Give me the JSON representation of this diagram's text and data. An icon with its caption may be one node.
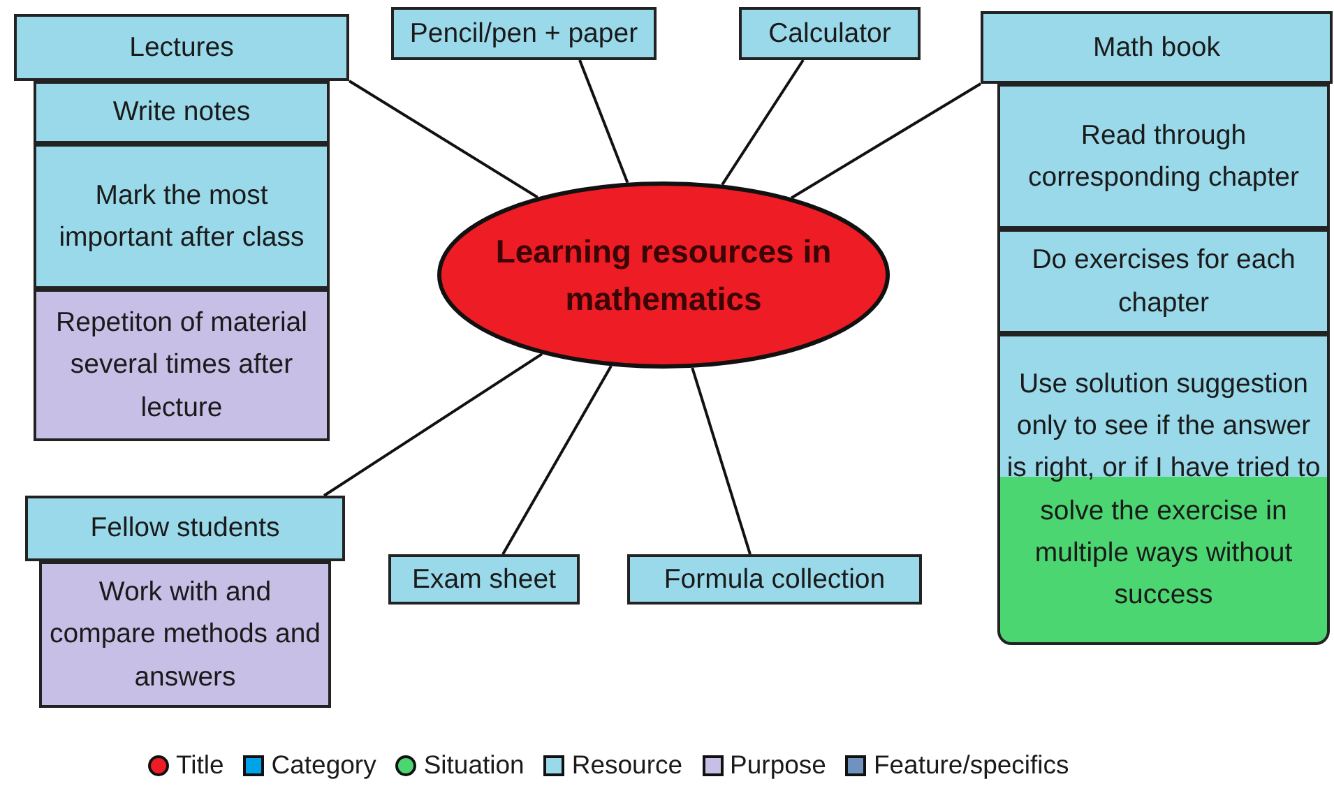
{
  "diagram": {
    "nodes": [
      {
        "text": [
          "Lectures"
        ]
      },
      {
        "text": [
          "Write notes"
        ]
      },
      {
        "text": [
          "Mark the most important after class"
        ]
      },
      {
        "text": [
          "Repetiton of material several times after lecture"
        ]
      },
      {
        "text": [
          "Pencil/pen + paper"
        ]
      },
      {
        "text": [
          "Calculator"
        ]
      },
      {
        "text": [
          "Math book"
        ]
      },
      {
        "text": [
          "Read through corresponding chapter"
        ]
      },
      {
        "text": [
          "Do exercises for each chapter"
        ]
      },
      {
        "text": [
          "Use solution suggestion only to see if the answer is right, or if I have tried to solve the exercise in multiple ways without success"
        ]
      },
      {
        "text": [
          "Learning resources in mathematics"
        ]
      },
      {
        "text": [
          "Fellow students"
        ]
      },
      {
        "text": [
          "Work with and compare methods and answers"
        ]
      },
      {
        "text": [
          "Exam sheet"
        ]
      },
      {
        "text": [
          "Formula collection"
        ]
      }
    ],
    "edges": [
      {
        "from": 10,
        "to": 0,
        "arrow": "none"
      },
      {
        "from": 10,
        "to": 4,
        "arrow": "none"
      },
      {
        "from": 10,
        "to": 5,
        "arrow": "none"
      },
      {
        "from": 10,
        "to": 6,
        "arrow": "none"
      },
      {
        "from": 10,
        "to": 11,
        "arrow": "none"
      },
      {
        "from": 10,
        "to": 13,
        "arrow": "none"
      },
      {
        "from": 10,
        "to": 14,
        "arrow": "none"
      }
    ],
    "legend": [
      {
        "text": "Title",
        "color": "#ee1c24"
      },
      {
        "text": "Category",
        "color": "#00a2e8"
      },
      {
        "text": "Situation",
        "color": "#4cd672"
      },
      {
        "text": "Resource",
        "color": "#99d9ea"
      },
      {
        "text": "Purpose",
        "color": "#c8bfe7"
      },
      {
        "text": "Feature/specifics",
        "color": "#7092be"
      }
    ]
  }
}
